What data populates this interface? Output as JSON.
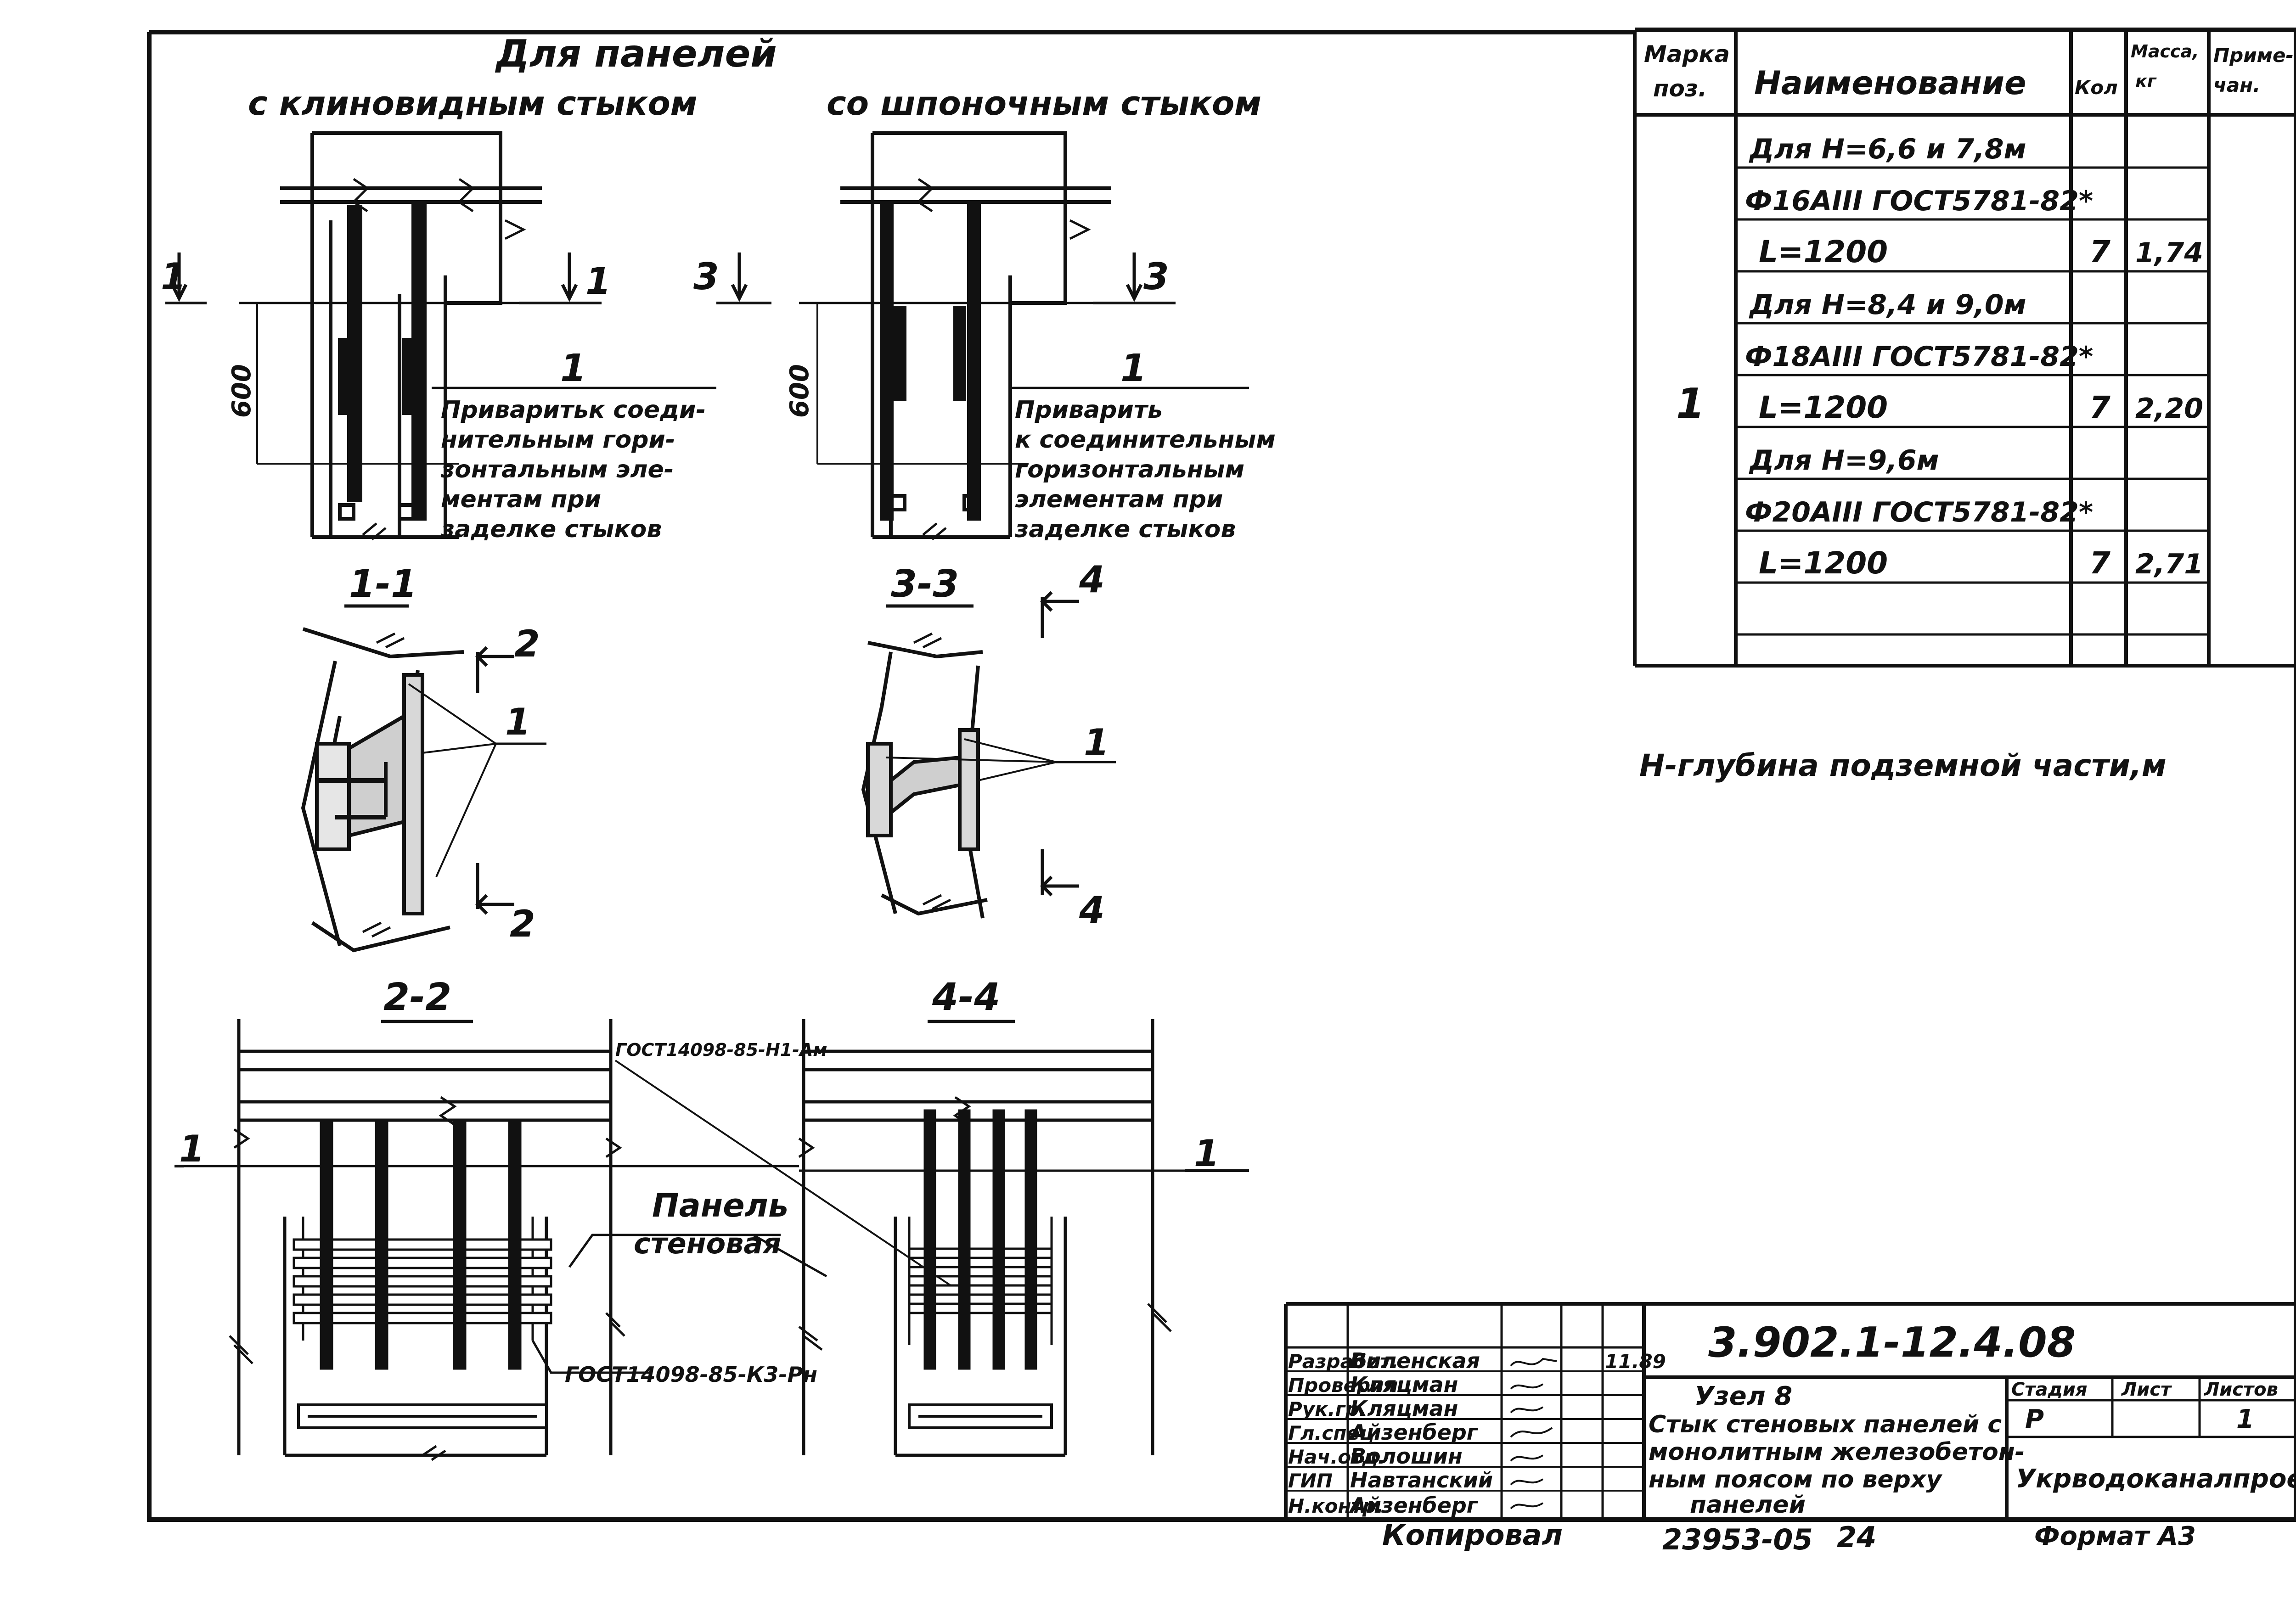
{
  "top_labels": {
    "for_panels": "Для панелей",
    "wedge_joint": "с клиновидным стыком",
    "key_joint": "со шпоночным стыком"
  },
  "left_elevation": {
    "cut_left": "1",
    "cut_right": "1",
    "dim": "600",
    "pos": "1",
    "note": [
      "Приваритьк соеди-",
      "нительным гори-",
      "зонтальным эле-",
      "ментам при",
      "заделке стыков"
    ]
  },
  "right_elevation": {
    "cut_left": "3",
    "cut_right": "3",
    "dim": "600",
    "pos": "1",
    "note": [
      "Приварить",
      "к соединительным",
      "горизонтальным",
      "элементам при",
      "заделке стыков"
    ]
  },
  "section_1_1": {
    "title": "1-1",
    "pos": "1",
    "cut_top": "2",
    "cut_bottom": "2"
  },
  "section_3_3": {
    "title": "3-3",
    "pos": "1",
    "cut_top": "4",
    "cut_bottom": "4"
  },
  "section_2_2": {
    "title": "2-2",
    "cut_label": "1",
    "gost_top": "ГОСТ14098-85-Н1-Ам",
    "gost_bottom": "ГОСТ14098-85-К3-Рн"
  },
  "section_4_4": {
    "title": "4-4",
    "cut_label": "1"
  },
  "panel_label": {
    "line1": "Панель",
    "line2": "стеновая"
  },
  "spec_table": {
    "headers": {
      "mark": [
        "Марка",
        "поз."
      ],
      "name": "Наименование",
      "qty": "Кол",
      "mass": [
        "Масса,",
        "кг"
      ],
      "note": [
        "Приме-",
        "чан."
      ]
    },
    "mark": "1",
    "rows": [
      {
        "name": "Для Н=6,6 и 7,8м",
        "qty": "",
        "mass": ""
      },
      {
        "name": "Ф16АIII ГОСТ5781-82*",
        "qty": "",
        "mass": ""
      },
      {
        "name": "L=1200",
        "qty": "7",
        "mass": "1,74"
      },
      {
        "name": "Для Н=8,4 и 9,0м",
        "qty": "",
        "mass": ""
      },
      {
        "name": "Ф18АIII ГОСТ5781-82*",
        "qty": "",
        "mass": ""
      },
      {
        "name": "L=1200",
        "qty": "7",
        "mass": "2,20"
      },
      {
        "name": "Для Н=9,6м",
        "qty": "",
        "mass": ""
      },
      {
        "name": "Ф20АIII ГОСТ5781-82*",
        "qty": "",
        "mass": ""
      },
      {
        "name": "L=1200",
        "qty": "7",
        "mass": "2,71"
      },
      {
        "name": "",
        "qty": "",
        "mass": ""
      }
    ]
  },
  "h_note": "Н-глубина подземной части,м",
  "title_block": {
    "roles": [
      "Разработ.",
      "Проверил",
      "Рук.гр.",
      "Гл.спец.",
      "Нач.отд.",
      "ГИП",
      "Н.контр."
    ],
    "names": [
      "Виленская",
      "Кляцман",
      "Кляцман",
      "Айзенберг",
      "Волошин",
      "Навтанский",
      "Айзенберг"
    ],
    "date": "11.89",
    "code": "3.902.1-12.4.08",
    "title_lines": [
      "Узел 8",
      "Стык стеновых панелей с",
      "монолитным железобетон-",
      "ным поясом по верху",
      "панелей"
    ],
    "stage_label": "Стадия",
    "sheet_label": "Лист",
    "sheets_label": "Листов",
    "stage": "Р",
    "sheets": "1",
    "org": "Укрводоканалпроект",
    "copied": "Копировал",
    "inv_no": "23953-05",
    "page_no": "24",
    "format": "Формат А3"
  }
}
